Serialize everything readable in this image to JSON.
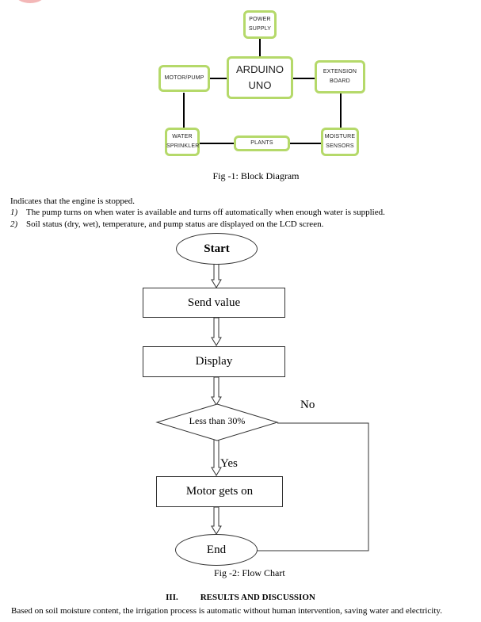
{
  "block_diagram": {
    "power_supply": "POWER SUPPLY",
    "arduino": "ARDUINO UNO",
    "motor_pump": "MOTOR/PUMP",
    "extension_board": "EXTENSION BOARD",
    "water_sprinkler": "WATER SPRINKLER",
    "plants": "PLANTS",
    "moisture_sensors": "MOISTURE SENSORS",
    "caption": "Fig -1: Block Diagram"
  },
  "text": {
    "intro": "Indicates that the engine is stopped.",
    "items": [
      {
        "num": "1)",
        "text": "The pump turns on when water is available and turns off automatically when enough water is supplied."
      },
      {
        "num": "2)",
        "text": "Soil status (dry, wet), temperature, and pump status are displayed on the LCD screen."
      }
    ]
  },
  "flowchart": {
    "start": "Start",
    "send_value": "Send value",
    "display": "Display",
    "decision": "Less than 30%",
    "no": "No",
    "yes": "Yes",
    "motor": "Motor gets on",
    "end": "End",
    "caption": "Fig -2: Flow Chart"
  },
  "section": {
    "number": "III.",
    "title": "RESULTS AND DISCUSSION",
    "body": "Based on soil moisture content, the irrigation process is automatic without human intervention, saving water and electricity."
  }
}
